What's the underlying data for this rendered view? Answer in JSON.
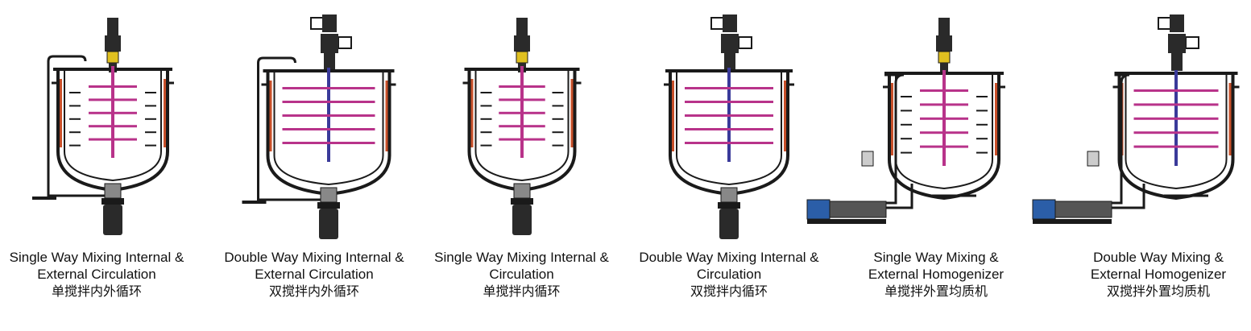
{
  "mixers": [
    {
      "id": "u1",
      "label_en_1": "Single Way Mixing Internal &",
      "label_en_2": "External Circulation",
      "label_cn": "单搅拌内外循环",
      "mixing": "single",
      "circulation": "internal-external",
      "motor_top_icon": "motor-single-icon",
      "bottom": "homogenizer-with-pipe"
    },
    {
      "id": "u2",
      "label_en_1": "Double Way Mixing Internal &",
      "label_en_2": "External Circulation",
      "label_cn": "双搅拌内外循环",
      "mixing": "double",
      "circulation": "internal-external",
      "motor_top_icon": "motor-double-icon",
      "bottom": "homogenizer-with-pipe"
    },
    {
      "id": "u3",
      "label_en_1": "Single Way Mixing Internal &",
      "label_en_2": "Circulation",
      "label_cn": "单搅拌内循环",
      "mixing": "single",
      "circulation": "internal",
      "motor_top_icon": "motor-single-icon",
      "bottom": "homogenizer"
    },
    {
      "id": "u4",
      "label_en_1": "Double Way Mixing Internal &",
      "label_en_2": "Circulation",
      "label_cn": "双搅拌内循环",
      "mixing": "double",
      "circulation": "internal",
      "motor_top_icon": "motor-double-icon",
      "bottom": "homogenizer"
    },
    {
      "id": "u5",
      "label_en_1": "Single Way Mixing &",
      "label_en_2": "External Homogenizer",
      "label_cn": "单搅拌外置均质机",
      "mixing": "single",
      "circulation": "external-homogenizer",
      "motor_top_icon": "motor-single-icon",
      "bottom": "external-homogenizer"
    },
    {
      "id": "u6",
      "label_en_1": "Double Way Mixing &",
      "label_en_2": "External Homogenizer",
      "label_cn": "双搅拌外置均质机",
      "mixing": "double",
      "circulation": "external-homogenizer",
      "motor_top_icon": "motor-double-icon",
      "bottom": "external-homogenizer"
    }
  ],
  "colors": {
    "line": "#1a1a1a",
    "jacket": "#b0b0b0",
    "heater": "#c8502a",
    "blade": "#b8338a",
    "blade_dark": "#3a3a9a",
    "coupling": "#e0c020",
    "motor": "#2a2a2a",
    "pump_blue": "#2b5ea8"
  }
}
